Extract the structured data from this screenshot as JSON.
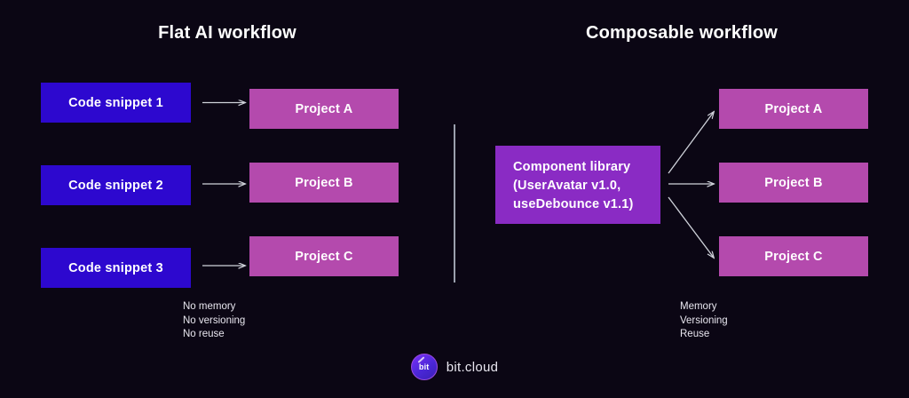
{
  "background_color": "#0b0614",
  "panels": {
    "left": {
      "title": "Flat AI workflow",
      "sources": [
        {
          "label": "Code snippet 1"
        },
        {
          "label": "Code snippet 2"
        },
        {
          "label": "Code snippet 3"
        }
      ],
      "targets": [
        {
          "label": "Project A"
        },
        {
          "label": "Project B"
        },
        {
          "label": "Project C"
        }
      ],
      "caption": [
        "No memory",
        "No versioning",
        "No reuse"
      ],
      "source_color": "#2d08cf",
      "target_color": "#b44aad"
    },
    "right": {
      "title": "Composable workflow",
      "library": {
        "lines": [
          "Component library",
          "(UserAvatar v1.0,",
          "useDebounce v1.1)"
        ],
        "color": "#8a2bc4"
      },
      "targets": [
        {
          "label": "Project A"
        },
        {
          "label": "Project B"
        },
        {
          "label": "Project C"
        }
      ],
      "caption": [
        "Memory",
        "Versioning",
        "Reuse"
      ],
      "target_color": "#b44aad"
    }
  },
  "divider": {
    "color": "#9aa0ad"
  },
  "arrows": {
    "color": "#cfd2da"
  },
  "brand": {
    "badge_text": "bit",
    "name": "bit.cloud"
  }
}
